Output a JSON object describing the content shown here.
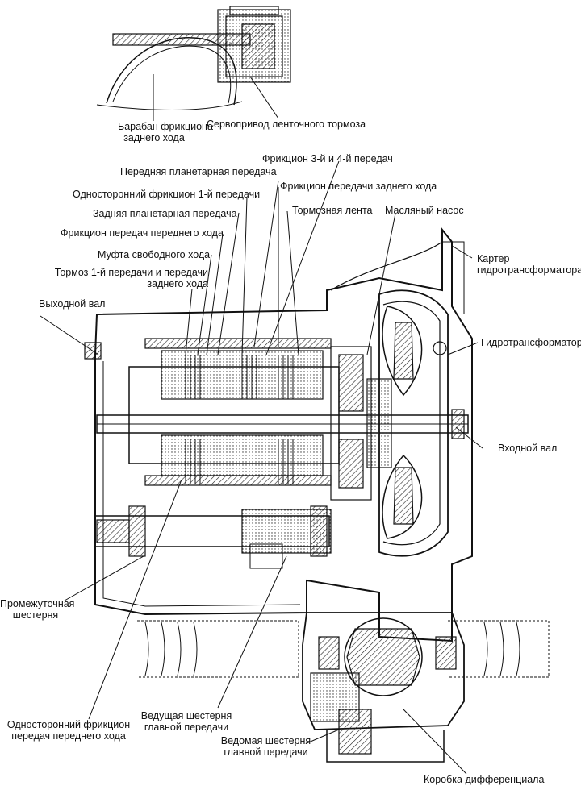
{
  "labels": {
    "drum_line1": "Барабан фрикциона",
    "drum_line2": "заднего хода",
    "servo": "Сервопривод ленточного тормоза",
    "clutch_34": "Фрикцион 3-й и 4-й передач",
    "front_planetary": "Передняя планетарная передача",
    "reverse_clutch": "Фрикцион передачи заднего хода",
    "oneway_1st": "Односторонний фрикцион 1-й передачи",
    "rear_planetary": "Задняя планетарная передача",
    "brake_band": "Тормозная лента",
    "oil_pump": "Масляный насос",
    "forward_clutch": "Фрикцион передач переднего хода",
    "freewheel": "Муфта свободного хода",
    "brake_1st_line1": "Тормоз 1-й передачи и передачи",
    "brake_1st_line2": "заднего хода",
    "housing_line1": "Картер",
    "housing_line2": "гидротрансформатора",
    "output_shaft": "Выходной вал",
    "torque_converter": "Гидротрансформатор",
    "input_shaft": "Входной вал",
    "idler_line1": "Промежуточная",
    "idler_line2": "шестерня",
    "oneway_fwd_line1": "Односторонний фрикцион",
    "oneway_fwd_line2": "передач переднего хода",
    "drive_gear_line1": "Ведущая шестерня",
    "drive_gear_line2": "главной передачи",
    "driven_gear_line1": "Ведомая шестерня",
    "driven_gear_line2": "главной передачи",
    "diff_case": "Коробка дифференциала"
  }
}
